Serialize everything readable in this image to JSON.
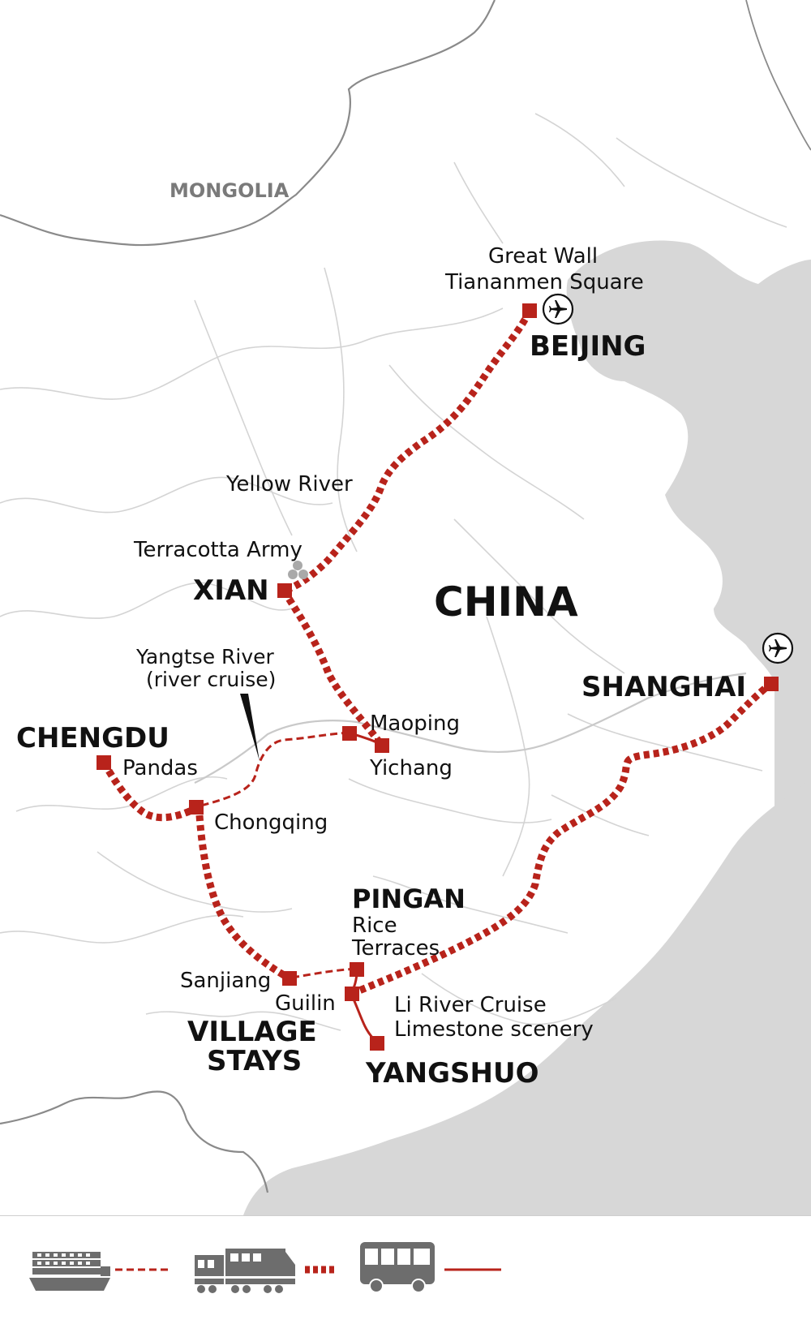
{
  "map": {
    "country_label": "CHINA",
    "neighbor_label": "MONGOLIA",
    "colors": {
      "route": "#b8231b",
      "stop": "#b8231b",
      "sea": "#d7d7d7",
      "land": "#ffffff",
      "border": "#8a8a8a",
      "rivers": "#d2d2d2",
      "legend_icons": "#6d6d6d"
    },
    "cities": {
      "beijing": "BEIJING",
      "xian": "XIAN",
      "chengdu": "CHENGDU",
      "shanghai": "SHANGHAI",
      "pingan": "PINGAN",
      "village_stays_1": "VILLAGE",
      "village_stays_2": "STAYS",
      "yangshuo": "YANGSHUO"
    },
    "places": {
      "great_wall": "Great Wall",
      "tiananmen": "Tiananmen Square",
      "yellow_river": "Yellow River",
      "terracotta": "Terracotta Army",
      "yangtse_1": "Yangtse River",
      "yangtse_2": "(river cruise)",
      "maoping": "Maoping",
      "yichang": "Yichang",
      "pandas": "Pandas",
      "chongqing": "Chongqing",
      "rice_1": "Rice",
      "rice_2": "Terraces",
      "sanjiang": "Sanjiang",
      "guilin": "Guilin",
      "li_river_1": "Li River Cruise",
      "li_river_2": "Limestone scenery"
    },
    "icons": {
      "airport": "airplane-icon",
      "boat": "boat-icon",
      "train": "train-icon",
      "bus": "bus-icon"
    },
    "legend": [
      {
        "mode": "boat",
        "line_style": "dashed"
      },
      {
        "mode": "train",
        "line_style": "thick-dotted"
      },
      {
        "mode": "bus",
        "line_style": "solid"
      }
    ]
  }
}
